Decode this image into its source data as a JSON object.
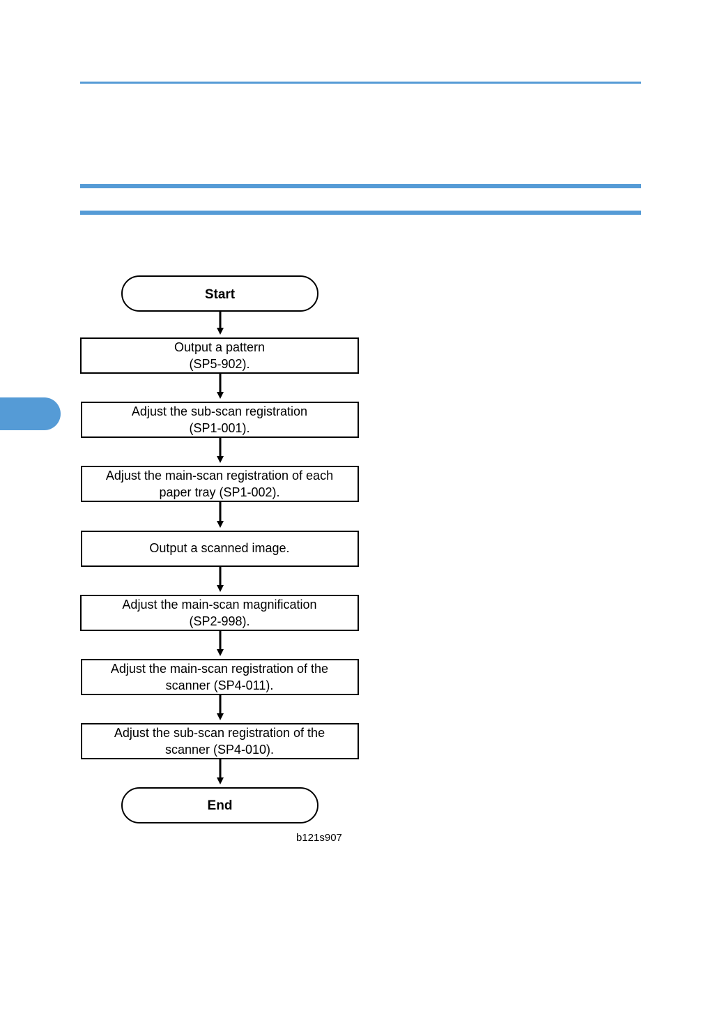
{
  "page": {
    "accent_color": "#559bd6"
  },
  "flowchart": {
    "start_label": "Start",
    "end_label": "End",
    "steps": [
      {
        "lines": [
          "Output a pattern",
          "(SP5-902)."
        ]
      },
      {
        "lines": [
          "Adjust the sub-scan registration",
          "(SP1-001)."
        ]
      },
      {
        "lines": [
          "Adjust the main-scan registration of each",
          "paper tray (SP1-002)."
        ]
      },
      {
        "lines": [
          "Output a scanned image."
        ]
      },
      {
        "lines": [
          "Adjust the main-scan magnification",
          "(SP2-998)."
        ]
      },
      {
        "lines": [
          "Adjust the main-scan registration of the",
          "scanner (SP4-011)."
        ]
      },
      {
        "lines": [
          "Adjust the sub-scan registration of the",
          "scanner (SP4-010)."
        ]
      }
    ],
    "figure_id": "b121s907"
  }
}
